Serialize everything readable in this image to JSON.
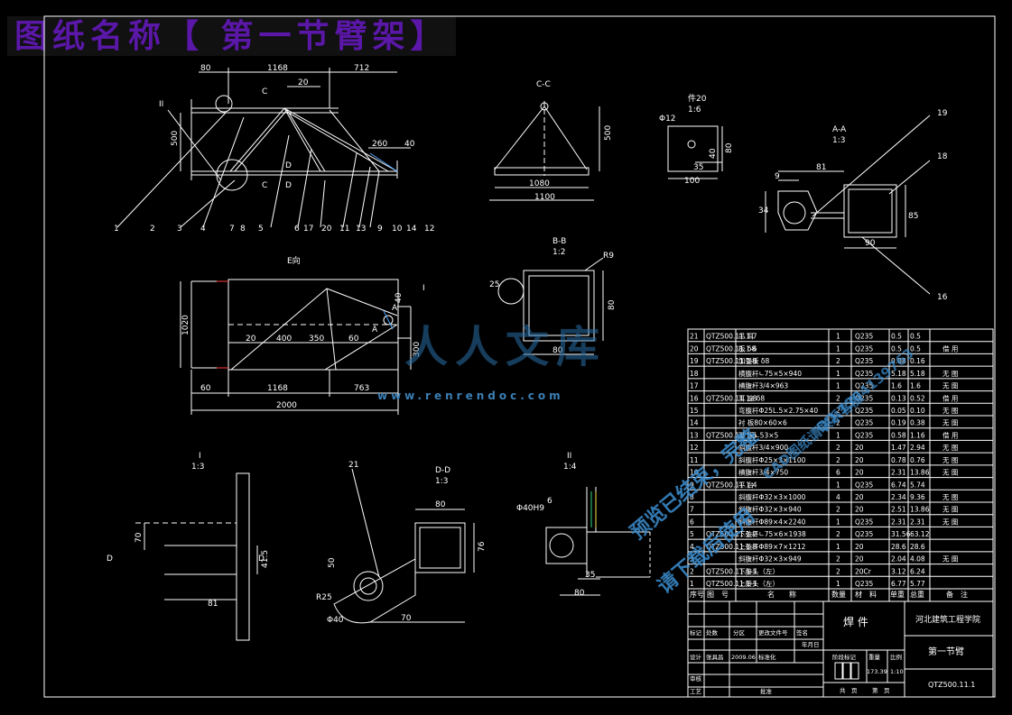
{
  "banner": {
    "title": "图纸名称【 第一节臂架】"
  },
  "watermark": {
    "logo": "人人文库",
    "site": "www.renrendoc.com",
    "diag1": "预览已结束，完整",
    "diag2": "请下载后使用",
    "diag3": "CAD图纸请联系客服",
    "diag4": "QQ:1304139763"
  },
  "colors": {
    "lines": "#ffffff",
    "accent_red": "#ff3b3b",
    "accent_blue": "#4aa3ff",
    "banner": "#5a17a8",
    "green": "#34d67a",
    "yellow": "#ffe14a"
  },
  "views": {
    "front": {
      "dims": [
        "80",
        "1168",
        "712",
        "20",
        "500",
        "260",
        "40"
      ],
      "labels": [
        "II",
        "C",
        "C",
        "D",
        "D"
      ],
      "balloons": [
        "1",
        "2",
        "3",
        "4",
        "7",
        "8",
        "5",
        "6",
        "17",
        "20",
        "11",
        "13",
        "9",
        "10",
        "14",
        "12"
      ]
    },
    "top": {
      "title": "E向",
      "dims": [
        "20",
        "400",
        "350",
        "60",
        "1020",
        "40",
        "300",
        "60",
        "1168",
        "763",
        "2000"
      ],
      "labels": [
        "I",
        "A",
        "A"
      ]
    },
    "cc": {
      "title": "C-C",
      "dims": [
        "500",
        "1080",
        "1100"
      ]
    },
    "bb": {
      "title": "B-B",
      "scale": "1:2",
      "dims": [
        "R9",
        "25",
        "80",
        "80"
      ]
    },
    "part20": {
      "title": "件20",
      "scale": "1:6",
      "dims": [
        "Φ12",
        "40",
        "80",
        "35",
        "100"
      ]
    },
    "aa": {
      "title": "A-A",
      "scale": "1:3",
      "dims": [
        "19",
        "18",
        "81",
        "9",
        "34",
        "85",
        "90",
        "16"
      ]
    },
    "detI": {
      "title": "I",
      "scale": "1:3",
      "dims": [
        "70",
        "41.5",
        "81"
      ],
      "labels": [
        "D",
        "D"
      ]
    },
    "dd": {
      "title": "D-D",
      "scale": "1:3",
      "dims": [
        "21",
        "80",
        "76",
        "50",
        "R25",
        "Φ40",
        "70"
      ]
    },
    "detII": {
      "title": "II",
      "scale": "1:4",
      "dims": [
        "Φ40H9",
        "6",
        "35",
        "80"
      ]
    }
  },
  "bom": {
    "rows": [
      [
        "21",
        "QTZ500.11.1-7",
        "吊 耳",
        "1",
        "Q235",
        "0.5",
        "0.5",
        ""
      ],
      [
        "20",
        "QTZ500.11.1-6",
        "板 δ8",
        "1",
        "Q235",
        "0.5",
        "0.5",
        "借 用"
      ],
      [
        "19",
        "QTZ500.11.1-9",
        "加强板 δ8",
        "2",
        "Q235",
        "0.08",
        "0.16",
        ""
      ],
      [
        "18",
        "",
        "横腹杆∟75×5×940",
        "1",
        "Q235",
        "5.18",
        "5.18",
        "无 图"
      ],
      [
        "17",
        "",
        "横腹杆3/4×963",
        "1",
        "Q235",
        "1.6",
        "1.6",
        "无 图"
      ],
      [
        "16",
        "QTZ500.11.1-8",
        "耳 座 δ8",
        "2",
        "Q235",
        "0.13",
        "0.52",
        "借 用"
      ],
      [
        "15",
        "",
        "弯腹杆Φ25L.5×2.75×40",
        "2",
        "Q235",
        "0.05",
        "0.10",
        "无 图"
      ],
      [
        "14",
        "",
        "衬 板80×60×6",
        "2",
        "Q235",
        "0.19",
        "0.38",
        "无 图"
      ],
      [
        "13",
        "QTZ500.11.1-5",
        "耳 板∟53×5",
        "1",
        "Q235",
        "0.58",
        "1.16",
        "借 用"
      ],
      [
        "12",
        "",
        "斜腹杆3/4×900",
        "2",
        "20",
        "1.47",
        "2.94",
        "无 图"
      ],
      [
        "11",
        "",
        "斜腹杆Φ25×3×1100",
        "2",
        "20",
        "0.78",
        "0.76",
        "无 图"
      ],
      [
        "10",
        "",
        "横腹杆3/4×750",
        "6",
        "20",
        "2.31",
        "13.86",
        "无 图"
      ],
      [
        "9",
        "QTZ500.11.1-4",
        "平 台",
        "1",
        "Q235",
        "6.74",
        "5.74",
        ""
      ],
      [
        "8",
        "",
        "斜腹杆Φ32×3×1000",
        "4",
        "20",
        "2.34",
        "9.36",
        "无 图"
      ],
      [
        "7",
        "",
        "斜腹杆Φ32×3×940",
        "2",
        "20",
        "2.51",
        "13.86",
        "无 图"
      ],
      [
        "6",
        "",
        "斜腹杆Φ89×4×2240",
        "1",
        "Q235",
        "2.31",
        "2.31",
        "无 图"
      ],
      [
        "5",
        "QTZ500.11.1-2",
        "下弦杆∟75×6×1938",
        "2",
        "Q235",
        "31.56",
        "63.12",
        ""
      ],
      [
        "4",
        "QTZ500.11.1-3",
        "上弦杆Φ89×7×1212",
        "1",
        "20",
        "28.6",
        "28.6",
        ""
      ],
      [
        "3",
        "",
        "斜腹杆Φ32×3×949",
        "2",
        "20",
        "2.04",
        "4.08",
        "无 图"
      ],
      [
        "2",
        "QTZ500.11.1-1",
        "下接头（左）",
        "2",
        "20Cr",
        "3.12",
        "6.24",
        ""
      ],
      [
        "1",
        "QTZ500.11.1-1",
        "上接头（左）",
        "1",
        "Q235",
        "6.77",
        "5.77",
        ""
      ]
    ],
    "header": [
      "序号",
      "图　号",
      "名　　称",
      "数量",
      "材　料",
      "单重",
      "总重",
      "备　注"
    ]
  },
  "titleblock": {
    "part_type": "焊 件",
    "school": "河北建筑工程学院",
    "drawing_name": "第一节臂",
    "drawing_no": "QTZ500.11.1",
    "cells": [
      "标记",
      "处数",
      "分区",
      "更改文件号",
      "签名",
      "年月日",
      "设计",
      "张具昌",
      "2009.06",
      "标准化",
      "阶段标记",
      "重量",
      "比例",
      "173.39",
      "1:10",
      "审核",
      "工艺",
      "批准",
      "共　页",
      "第　页"
    ]
  }
}
